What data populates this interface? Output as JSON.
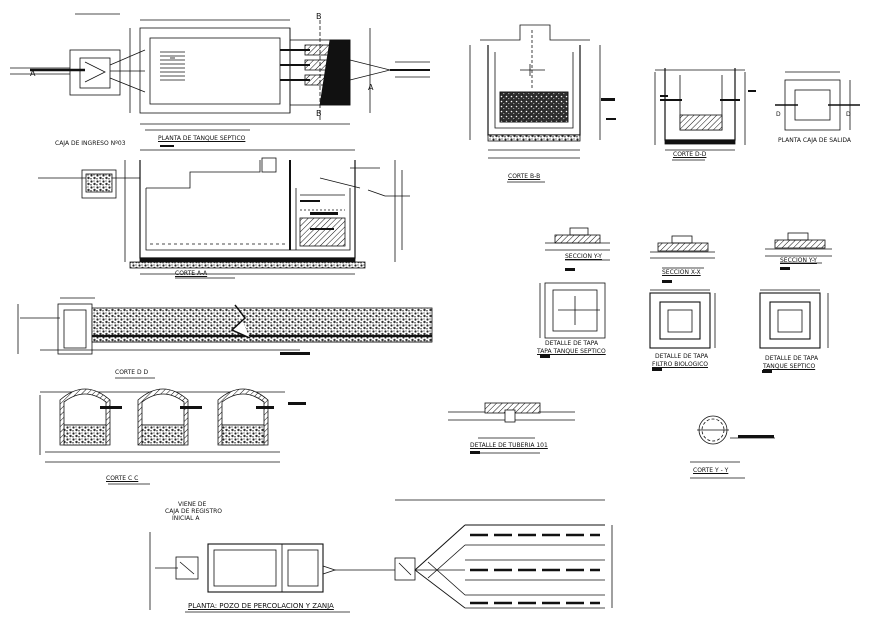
{
  "labels": {
    "planta_tanque": "PLANTA DE TANQUE SEPTICO",
    "caja_ingreso": "CAJA DE INGRESO Nº03",
    "corte_aa": "CORTE A-A",
    "corte_bb": "CORTE B-B",
    "corte_dd_top": "CORTE D-D",
    "planta_caja_salida": "PLANTA CAJA DE SALIDA",
    "corte_dd_long": "CORTE D  D",
    "corte_cc": "CORTE  C  C",
    "seccion_yy_1": "SECCION Y-Y",
    "seccion_xx": "SECCION X-X",
    "seccion_yy_2": "SECCION Y-Y",
    "detalle_tapa_1": "DETALLE DE TAPA",
    "tapa_tanque": "TAPA TANQUE SEPTICO",
    "detalle_tapa_2": "DETALLE DE TAPA",
    "filtro_biologico": "FILTRO BIOLOGICO",
    "detalle_tapa_3": "DETALLE DE TAPA",
    "tanque_septico": "TANQUE SEPTICO",
    "detalle_tuberia": "DETALLE DE TUBERIA 101",
    "corte_yy": "CORTE Y - Y",
    "viene_de_1": "VIENE DE",
    "viene_de_2": "CAJA DE REGISTRO",
    "viene_de_3": "INICIAL A",
    "planta_pozo": "PLANTA: POZO DE PERCOLACION Y ZANJA",
    "mark_a1": "A",
    "mark_a2": "A",
    "mark_b1": "B",
    "mark_b2": "B",
    "mark_d1": "D",
    "mark_d2": "D"
  },
  "colors": {
    "line": "#111111",
    "paper": "#ffffff",
    "gravel": "#222222"
  }
}
